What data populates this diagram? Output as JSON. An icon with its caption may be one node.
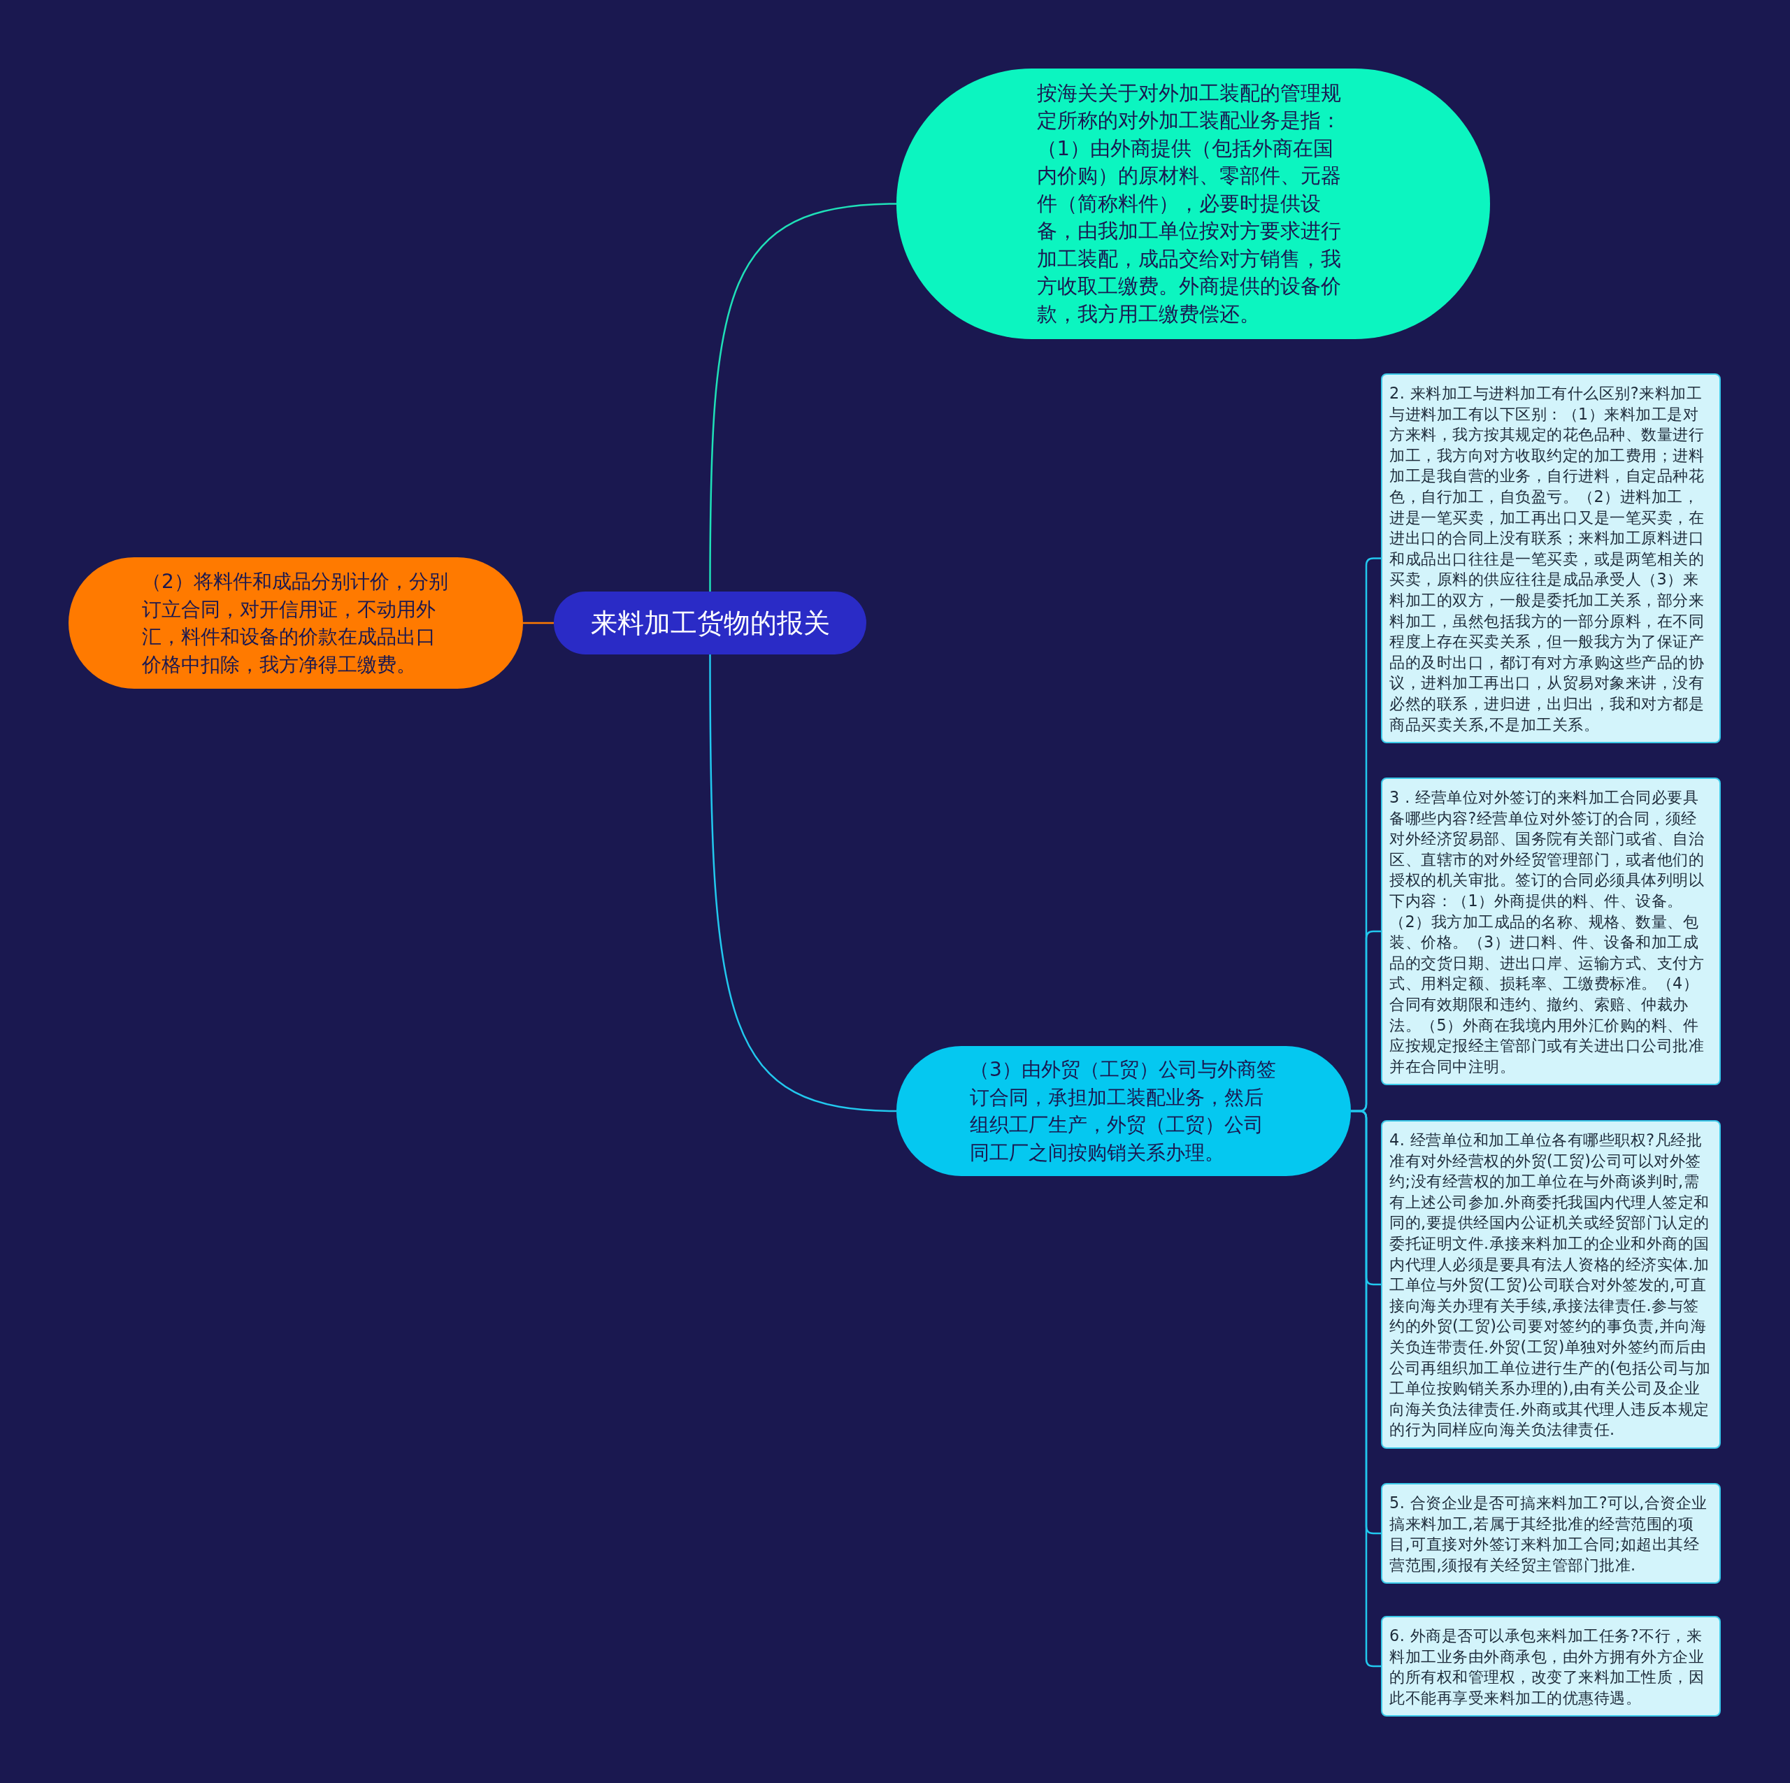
{
  "diagram": {
    "nodes": [
      {
        "text": [
          "来料加工货物的报关"
        ]
      },
      {
        "text": [
          "按海关关于对外加工装配的管理规定所称的对外加工装配业务是指：（1）由外商提供（包括外商在国内价购）的原材料、零部件、元器件（简称料件），必要时提供设备，由我加工单位按对方要求进行加工装配，成品交给对方销售，我方收取工缴费。外商提供的设备价款，我方用工缴费偿还。"
        ]
      },
      {
        "text": [
          "（2）将料件和成品分别计价，分别订立合同，对开信用证，不动用外汇，料件和设备的价款在成品出口价格中扣除，我方净得工缴费。"
        ]
      },
      {
        "text": [
          "（3）由外贸（工贸）公司与外商签订合同，承担加工装配业务，然后组织工厂生产，外贸（工贸）公司同工厂之间按购销关系办理。"
        ]
      },
      {
        "text": [
          "2. 来料加工与进料加工有什么区别?来料加工与进料加工有以下区别：（1）来料加工是对方来料，我方按其规定的花色品种、数量进行加工，我方向对方收取约定的加工费用；进料加工是我自营的业务，自行进料，自定品种花色，自行加工，自负盈亏。（2）进料加工，进是一笔买卖，加工再出口又是一笔买卖，在进出口的合同上没有联系；来料加工原料进口和成品出口往往是一笔买卖，或是两笔相关的买卖，原料的供应往往是成品承受人（3）来料加工的双方，一般是委托加工关系，部分来料加工，虽然包括我方的一部分原料，在不同程度上存在买卖关系，但一般我方为了保证产品的及时出口，都订有对方承购这些产品的协议，进料加工再出口，从贸易对象来讲，没有必然的联系，进归进，出归出，我和对方都是商品买卖关系,不是加工关系。"
        ]
      },
      {
        "text": [
          "3 . 经营单位对外签订的来料加工合同必要具备哪些内容?经营单位对外签订的合同，须经对外经济贸易部、国务院有关部门或省、自治区、直辖市的对外经贸管理部门，或者他们的授权的机关审批。签订的合同必须具体列明以下内容：（1）外商提供的料、件、设备。（2）我方加工成品的名称、规格、数量、包装、价格。（3）进口料、件、设备和加工成品的交货日期、进出口岸、运输方式、支付方式、用料定额、损耗率、工缴费标准。（4）合同有效期限和违约、撤约、索赔、仲裁办法。（5）外商在我境内用外汇价购的料、件应按规定报经主管部门或有关进出口公司批准并在合同中注明。"
        ]
      },
      {
        "text": [
          "4. 经营单位和加工单位各有哪些职权?凡经批准有对外经营权的外贸(工贸)公司可以对外签约;没有经营权的加工单位在与外商谈判时,需有上述公司参加.外商委托我国内代理人签定和同的,要提供经国内公证机关或经贸部门认定的委托证明文件.承接来料加工的企业和外商的国内代理人必须是要具有法人资格的经济实体.加工单位与外贸(工贸)公司联合对外签发的,可直接向海关办理有关手续,承接法律责任.参与签约的外贸(工贸)公司要对签约的事负责,并向海关负连带责任.外贸(工贸)单独对外签约而后由公司再组织加工单位进行生产的(包括公司与加工单位按购销关系办理的),由有关公司及企业向海关负法律责任.外商或其代理人违反本规定的行为同样应向海关负法律责任."
        ]
      },
      {
        "text": [
          "5. 合资企业是否可搞来料加工?可以,合资企业搞来料加工,若属于其经批准的经营范围的项目,可直接对外签订来料加工合同;如超出其经营范围,须报有关经贸主管部门批准."
        ]
      },
      {
        "text": [
          "6. 外商是否可以承包来料加工任务?不行，来料加工业务由外商承包，由外方拥有外方企业的所有权和管理权，改变了来料加工性质，因此不能再享受来料加工的优惠待遇。"
        ]
      }
    ],
    "edges": [
      {
        "from": 0,
        "to": 1,
        "arrow": "none",
        "color": "#1fe0b8"
      },
      {
        "from": 0,
        "to": 2,
        "arrow": "none",
        "color": "#ff7a00"
      },
      {
        "from": 0,
        "to": 3,
        "arrow": "none"
      },
      {
        "from": 3,
        "to": 4,
        "arrow": "none"
      },
      {
        "from": 3,
        "to": 5,
        "arrow": "none"
      },
      {
        "from": 3,
        "to": 6,
        "arrow": "none"
      },
      {
        "from": 3,
        "to": 7,
        "arrow": "none"
      },
      {
        "from": 3,
        "to": 8,
        "arrow": "none"
      }
    ]
  }
}
